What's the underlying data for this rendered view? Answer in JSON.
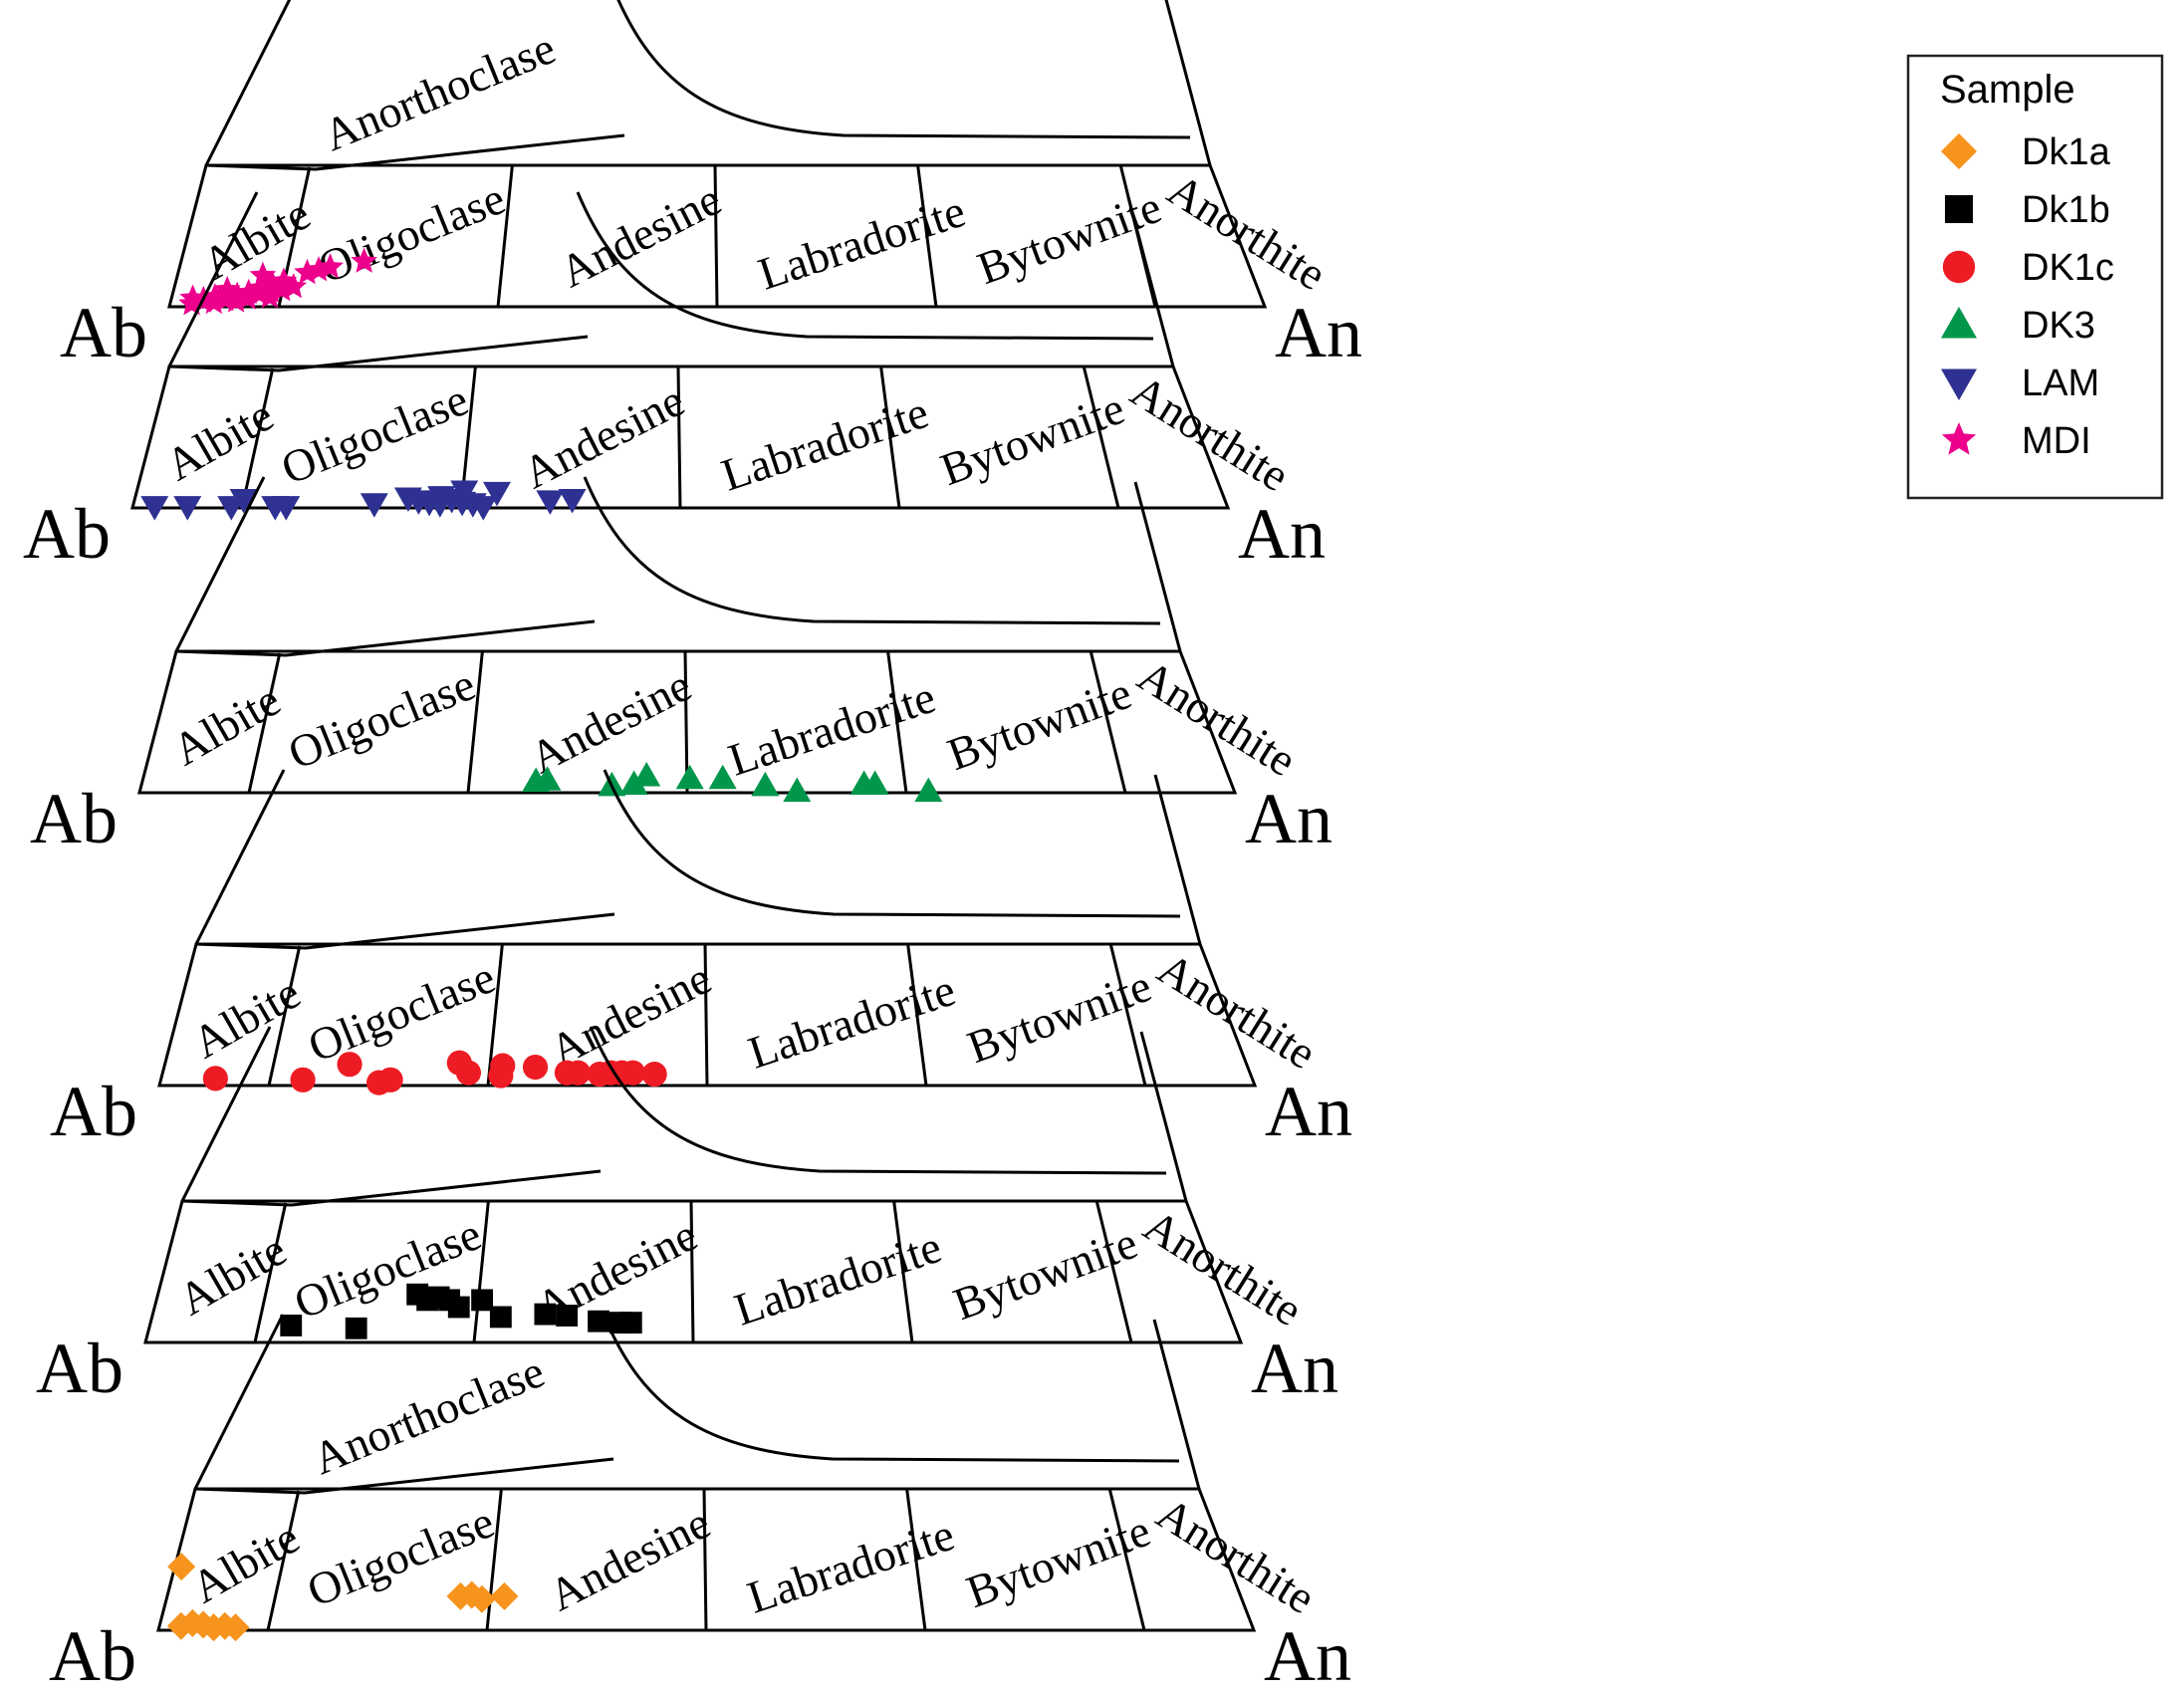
{
  "endmembers": {
    "left": "Ab",
    "right": "An"
  },
  "zone_labels": {
    "anorthoclase": "Anorthoclase",
    "albite": "Albite",
    "oligoclase": "Oligoclase",
    "andesine": "Andesine",
    "labradorite": "Labradorite",
    "bytownite": "Bytownite",
    "anorthite": "Anorthite"
  },
  "legend": {
    "title": "Sample",
    "items": [
      {
        "label": "Dk1a",
        "color": "#f7941d",
        "marker": "diamond-icon"
      },
      {
        "label": "Dk1b",
        "color": "#000000",
        "marker": "square-icon"
      },
      {
        "label": "DK1c",
        "color": "#ed1c24",
        "marker": "circle-icon"
      },
      {
        "label": "DK3",
        "color": "#00964b",
        "marker": "triangle-up-icon"
      },
      {
        "label": "LAM",
        "color": "#2e3192",
        "marker": "triangle-down-icon"
      },
      {
        "label": "MDI",
        "color": "#ec008c",
        "marker": "star-icon"
      }
    ]
  },
  "chart_data": {
    "type": "scatter",
    "classification_boundaries_An_percent": [
      10,
      30,
      50,
      70,
      90
    ],
    "panels": [
      {
        "sample": "MDI",
        "points": [
          [
            2,
            2
          ],
          [
            3,
            4
          ],
          [
            4,
            3
          ],
          [
            5,
            5
          ],
          [
            6,
            4
          ],
          [
            7,
            6
          ],
          [
            4,
            7
          ],
          [
            6,
            8
          ],
          [
            8,
            9
          ],
          [
            9,
            7
          ],
          [
            7,
            10
          ],
          [
            3,
            5
          ],
          [
            5,
            9
          ],
          [
            9,
            11
          ],
          [
            10,
            12
          ],
          [
            2,
            6
          ],
          [
            8,
            13
          ],
          [
            11,
            14
          ],
          [
            5,
            12
          ],
          [
            9,
            16
          ],
          [
            10,
            18
          ],
          [
            8,
            22
          ],
          [
            12,
            24
          ],
          [
            13,
            26
          ],
          [
            14,
            28
          ],
          [
            17,
            32
          ]
        ]
      },
      {
        "sample": "LAM",
        "points": [
          [
            2,
            1
          ],
          [
            5,
            1
          ],
          [
            9,
            1
          ],
          [
            14,
            1
          ],
          [
            13,
            1
          ],
          [
            10,
            6
          ],
          [
            22,
            3
          ],
          [
            25,
            7
          ],
          [
            26,
            5
          ],
          [
            27,
            4
          ],
          [
            28,
            3
          ],
          [
            28,
            8
          ],
          [
            29,
            6
          ],
          [
            30,
            4
          ],
          [
            31,
            3
          ],
          [
            32,
            1
          ],
          [
            30,
            12
          ],
          [
            33,
            11
          ],
          [
            38,
            5
          ],
          [
            40,
            6
          ]
        ]
      },
      {
        "sample": "DK3",
        "points": [
          [
            36,
            8
          ],
          [
            37,
            9
          ],
          [
            43,
            5
          ],
          [
            45,
            6
          ],
          [
            46,
            12
          ],
          [
            50,
            10
          ],
          [
            53,
            10
          ],
          [
            57,
            5
          ],
          [
            60,
            1
          ],
          [
            66,
            6
          ],
          [
            67,
            6
          ],
          [
            72,
            1
          ]
        ]
      },
      {
        "sample": "DK1c",
        "points": [
          [
            5,
            5
          ],
          [
            13,
            4
          ],
          [
            17,
            15
          ],
          [
            20,
            2
          ],
          [
            21,
            4
          ],
          [
            27,
            16
          ],
          [
            28,
            9
          ],
          [
            31,
            14
          ],
          [
            31,
            7
          ],
          [
            34,
            13
          ],
          [
            37,
            9
          ],
          [
            38,
            9
          ],
          [
            40,
            8
          ],
          [
            41,
            9
          ],
          [
            42,
            9
          ],
          [
            43,
            9
          ],
          [
            45,
            8
          ]
        ]
      },
      {
        "sample": "Dk1b",
        "points": [
          [
            13,
            12
          ],
          [
            19,
            10
          ],
          [
            24,
            34
          ],
          [
            25,
            30
          ],
          [
            26,
            32
          ],
          [
            27,
            30
          ],
          [
            28,
            25
          ],
          [
            30,
            30
          ],
          [
            32,
            18
          ],
          [
            36,
            20
          ],
          [
            38,
            19
          ],
          [
            41,
            15
          ],
          [
            43,
            14
          ],
          [
            44,
            14
          ]
        ]
      },
      {
        "sample": "Dk1a",
        "points": [
          [
            2,
            3
          ],
          [
            3,
            5
          ],
          [
            4,
            4
          ],
          [
            5,
            2
          ],
          [
            6,
            3
          ],
          [
            7,
            2
          ],
          [
            1,
            45
          ],
          [
            27,
            24
          ],
          [
            28,
            25
          ],
          [
            29,
            22
          ],
          [
            31,
            24
          ]
        ]
      }
    ]
  }
}
